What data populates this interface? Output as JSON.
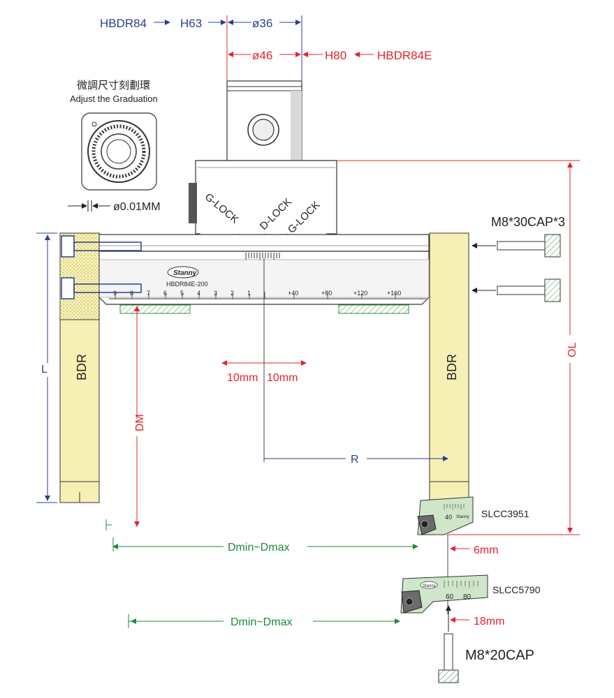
{
  "top_dims": {
    "hbdr84": "HBDR84",
    "h63": "H63",
    "d36": "ø36",
    "d46": "ø46",
    "h80": "H80",
    "hbdr84e": "HBDR84E"
  },
  "graduation": {
    "title_cn": "微調尺寸刻劃環",
    "title_en": "Adjust the Graduation",
    "precision": "ø0.01MM"
  },
  "head": {
    "g_lock": "G-LOCK",
    "d_lock": "D-LOCK",
    "g_lock_2": "G-LOCK",
    "brand": "Stanny",
    "model": "HBDR84E-200",
    "scale_left": [
      "9",
      "8",
      "7",
      "6",
      "5",
      "4",
      "3",
      "2",
      "1"
    ],
    "scale_right": [
      "+40",
      "+80",
      "+120",
      "+160"
    ]
  },
  "screws": {
    "top": "M8*30CAP*3",
    "bottom": "M8*20CAP"
  },
  "bars": {
    "left": "BDR",
    "right": "BDR"
  },
  "dims": {
    "ten_mm_left": "10mm",
    "ten_mm_right": "10mm",
    "dm": "DM",
    "r": "R",
    "l": "L",
    "ol": "OL",
    "six_mm": "6mm",
    "eighteen_mm": "18mm",
    "dmin_dmax_1": "Dmin~Dmax",
    "dmin_dmax_2": "Dmin~Dmax"
  },
  "inserts": {
    "upper": "SLCC3951",
    "upper_scale": "40",
    "upper_brand": "Stanny",
    "lower": "SLCC5790",
    "lower_scale_1": "60",
    "lower_scale_2": "80",
    "lower_brand": "Stanny"
  },
  "colors": {
    "blue_dim": "#2b3f8f",
    "red_dim": "#e3242b",
    "green_dim": "#1f8a3a",
    "bar_fill": "#f6f0b4",
    "insert_fill": "#cfe6c9"
  }
}
